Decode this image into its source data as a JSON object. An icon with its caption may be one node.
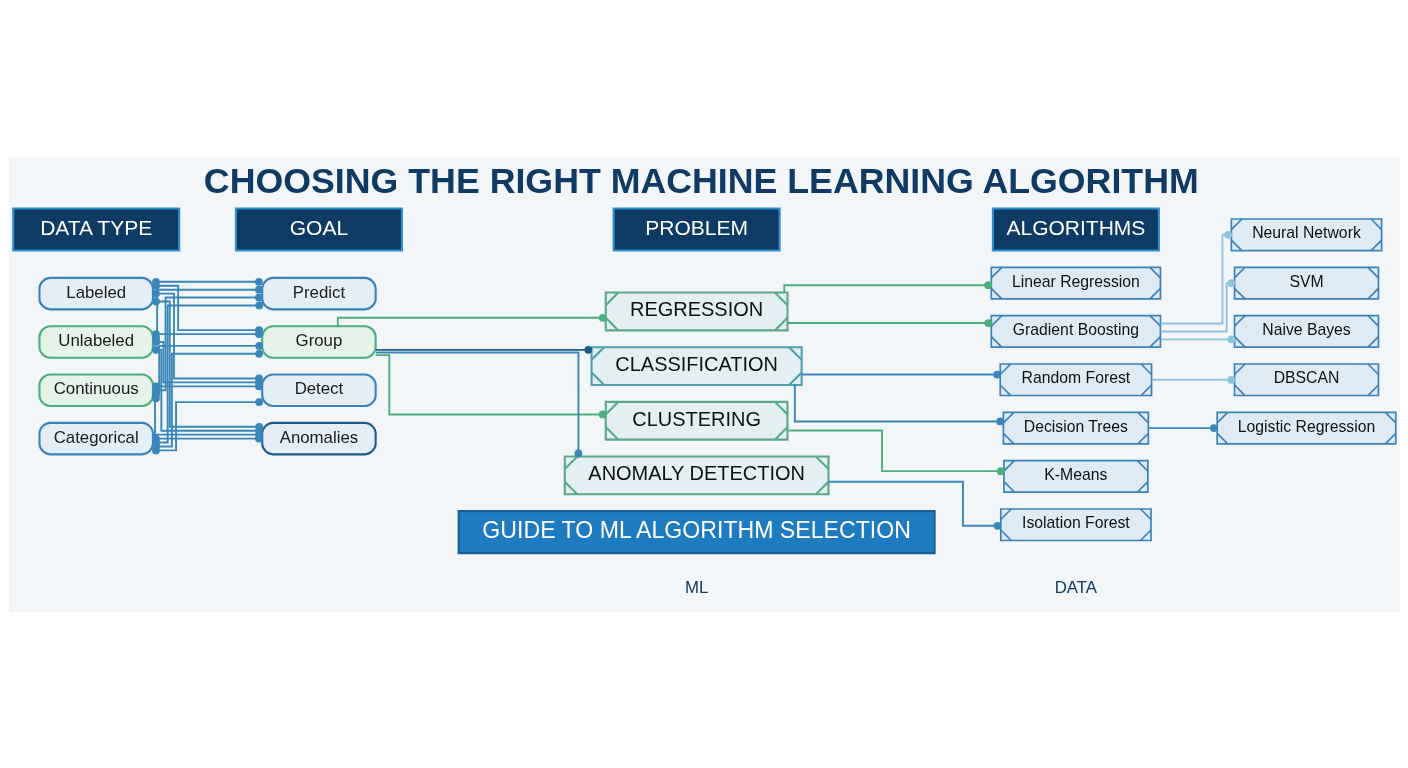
{
  "diagram": {
    "title": "CHOOSING THE RIGHT MACHINE LEARNING ALGORITHM",
    "nodes": [
      {
        "text": [
          "DATA TYPE"
        ]
      },
      {
        "text": [
          "GOAL"
        ]
      },
      {
        "text": [
          "PROBLEM"
        ]
      },
      {
        "text": [
          "ALGORITHMS"
        ]
      },
      {
        "text": [
          "Labeled"
        ]
      },
      {
        "text": [
          "Unlabeled"
        ]
      },
      {
        "text": [
          "Continuous"
        ]
      },
      {
        "text": [
          "Categorical"
        ]
      },
      {
        "text": [
          "Predict"
        ]
      },
      {
        "text": [
          "Group"
        ]
      },
      {
        "text": [
          "Detect"
        ]
      },
      {
        "text": [
          "Anomalies"
        ]
      },
      {
        "text": [
          "REGRESSION"
        ]
      },
      {
        "text": [
          "CLASSIFICATION"
        ]
      },
      {
        "text": [
          "CLUSTERING"
        ]
      },
      {
        "text": [
          "ANOMALY DETECTION"
        ]
      },
      {
        "text": [
          "Linear Regression"
        ]
      },
      {
        "text": [
          "Gradient Boosting"
        ]
      },
      {
        "text": [
          "Neural Network"
        ]
      },
      {
        "text": [
          "SVM"
        ]
      },
      {
        "text": [
          "Naive Bayes"
        ]
      },
      {
        "text": [
          "Random Forest"
        ]
      },
      {
        "text": [
          "DBSCAN"
        ]
      },
      {
        "text": [
          "Decision Trees"
        ]
      },
      {
        "text": [
          "Logistic Regression"
        ]
      },
      {
        "text": [
          "K-Means"
        ]
      },
      {
        "text": [
          "Isolation Forest"
        ]
      },
      {
        "text": [
          "GUIDE TO ML ALGORITHM SELECTION"
        ]
      }
    ],
    "edges": [
      {
        "from": 4,
        "to": 8,
        "arrow": "other"
      },
      {
        "from": 4,
        "to": 9,
        "arrow": "other"
      },
      {
        "from": 4,
        "to": 10,
        "arrow": "other"
      },
      {
        "from": 4,
        "to": 11,
        "arrow": "other"
      },
      {
        "from": 5,
        "to": 8,
        "arrow": "other"
      },
      {
        "from": 5,
        "to": 9,
        "arrow": "other"
      },
      {
        "from": 5,
        "to": 10,
        "arrow": "other"
      },
      {
        "from": 5,
        "to": 11,
        "arrow": "other"
      },
      {
        "from": 6,
        "to": 8,
        "arrow": "other"
      },
      {
        "from": 6,
        "to": 9,
        "arrow": "other"
      },
      {
        "from": 6,
        "to": 10,
        "arrow": "other"
      },
      {
        "from": 6,
        "to": 11,
        "arrow": "other"
      },
      {
        "from": 7,
        "to": 8,
        "arrow": "other"
      },
      {
        "from": 7,
        "to": 9,
        "arrow": "other"
      },
      {
        "from": 7,
        "to": 10,
        "arrow": "other"
      },
      {
        "from": 7,
        "to": 11,
        "arrow": "other"
      },
      {
        "from": 9,
        "to": 12,
        "arrow": "other",
        "color": "#4caf7a"
      },
      {
        "from": 9,
        "to": 13,
        "arrow": "other",
        "color": "#1d5b8c"
      },
      {
        "from": 9,
        "to": 14,
        "arrow": "other",
        "color": "#4caf7a"
      },
      {
        "from": 9,
        "to": 15,
        "arrow": "other"
      },
      {
        "from": 12,
        "to": 16,
        "arrow": "other",
        "color": "#4caf7a"
      },
      {
        "from": 12,
        "to": 17,
        "arrow": "other",
        "color": "#4caf7a"
      },
      {
        "from": 13,
        "to": 21,
        "arrow": "other"
      },
      {
        "from": 13,
        "to": 23,
        "arrow": "other"
      },
      {
        "from": 14,
        "to": 25,
        "arrow": "other",
        "color": "#4caf7a"
      },
      {
        "from": 15,
        "to": 26,
        "arrow": "other"
      },
      {
        "from": 17,
        "to": 18,
        "arrow": "other",
        "color": "#8fc3de"
      },
      {
        "from": 17,
        "to": 19,
        "arrow": "other",
        "color": "#8fc3de"
      },
      {
        "from": 17,
        "to": 20,
        "arrow": "other",
        "color": "#8fc3de"
      },
      {
        "from": 21,
        "to": 22,
        "arrow": "other",
        "color": "#8fc3de"
      },
      {
        "from": 23,
        "to": 24,
        "arrow": "other"
      }
    ],
    "labels": [
      "ML",
      "DATA"
    ]
  }
}
